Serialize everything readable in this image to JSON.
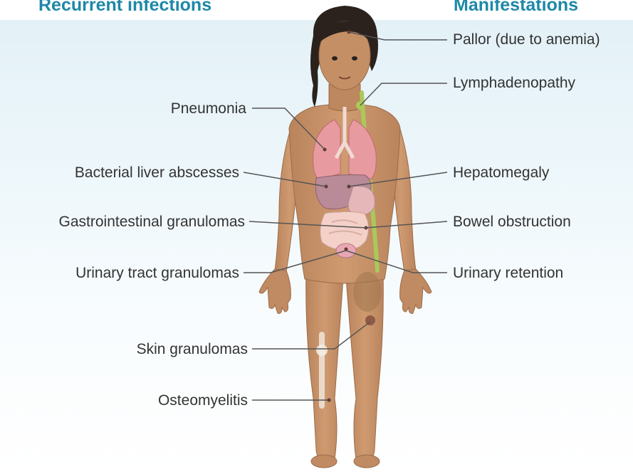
{
  "headings": {
    "left": "Recurrent infections",
    "right": "Manifestations"
  },
  "infections": [
    {
      "label": "Pneumonia"
    },
    {
      "label": "Bacterial liver abscesses"
    },
    {
      "label": "Gastrointestinal granulomas"
    },
    {
      "label": "Urinary tract granulomas"
    },
    {
      "label": "Skin granulomas"
    },
    {
      "label": "Osteomyelitis"
    }
  ],
  "manifestations": [
    {
      "label": "Pallor (due to anemia)"
    },
    {
      "label": "Lymphadenopathy"
    },
    {
      "label": "Hepatomegaly"
    },
    {
      "label": "Bowel obstruction"
    },
    {
      "label": "Urinary retention"
    }
  ],
  "colors": {
    "heading": "#1e88a8",
    "skin": "#c9936a",
    "skin_shadow": "#b17c55",
    "hair": "#2b221d",
    "lung": "#e79a9f",
    "liver": "#b98a98",
    "intestine": "#f3d1c8",
    "lymph": "#a9c95a",
    "leader_line": "#555555"
  }
}
